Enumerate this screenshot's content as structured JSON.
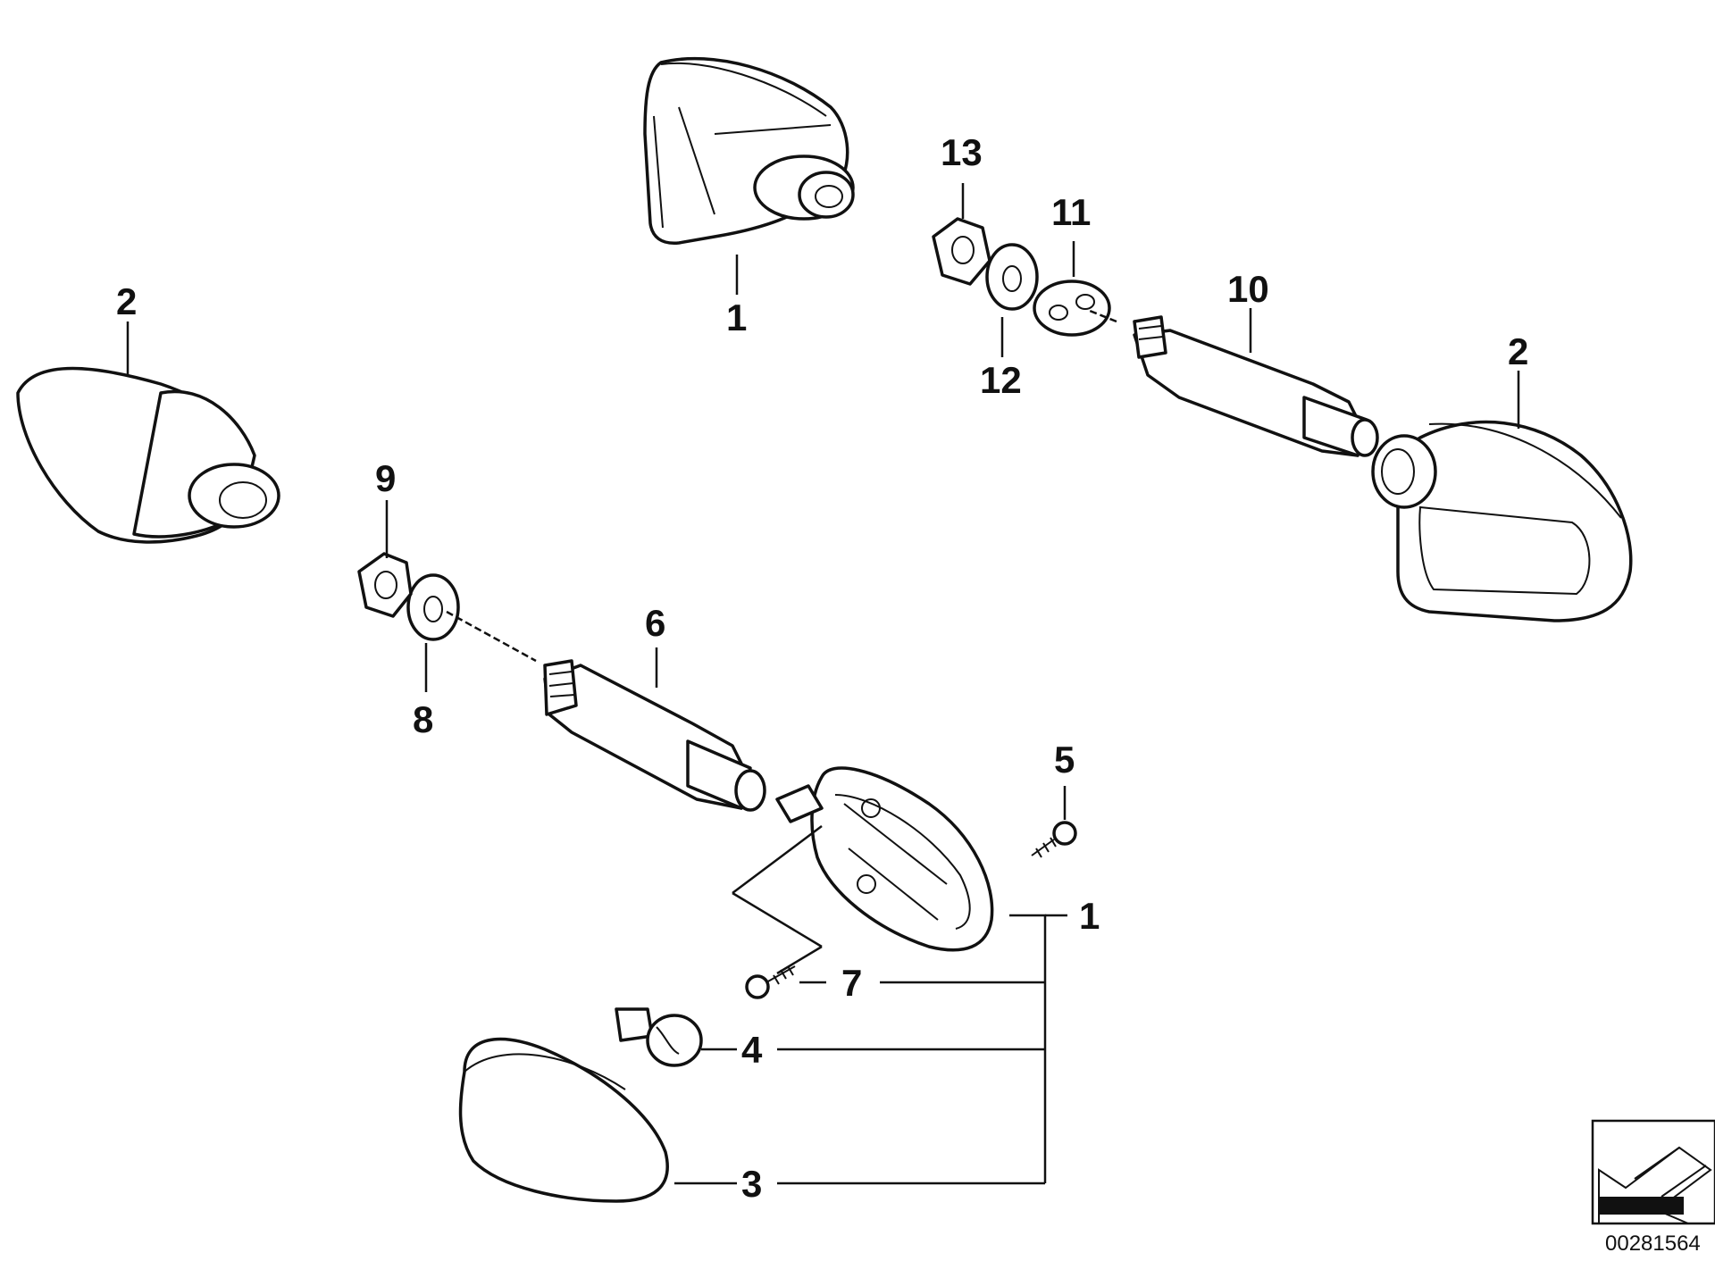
{
  "diagram": {
    "callouts": {
      "c1_top": "1",
      "c1_right": "1",
      "c2_left": "2",
      "c2_right": "2",
      "c3": "3",
      "c4": "4",
      "c5": "5",
      "c6": "6",
      "c7": "7",
      "c8": "8",
      "c9": "9",
      "c10": "10",
      "c11": "11",
      "c12": "12",
      "c13": "13"
    },
    "reference_number": "00281564",
    "line_color": "#111111",
    "background": "#ffffff"
  }
}
